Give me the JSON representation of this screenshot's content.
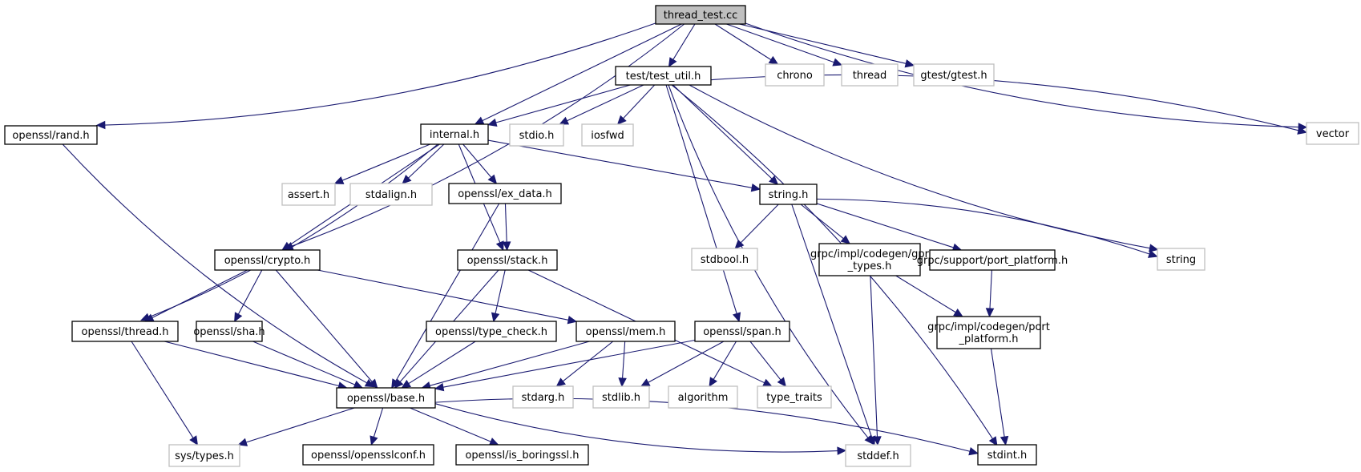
{
  "title": "thread_test.cc",
  "colors": {
    "edge": "#191970",
    "root_fill": "#bfbfbf",
    "internal_border": "#000000",
    "external_border": "#bfbfbf"
  },
  "nodes": [
    {
      "id": "thread_test",
      "label": "thread_test.cc",
      "kind": "root"
    },
    {
      "id": "test_util",
      "label": "test/test_util.h",
      "kind": "internal"
    },
    {
      "id": "chrono",
      "label": "chrono",
      "kind": "external"
    },
    {
      "id": "thread",
      "label": "thread",
      "kind": "external"
    },
    {
      "id": "gtest",
      "label": "gtest/gtest.h",
      "kind": "external"
    },
    {
      "id": "rand",
      "label": "openssl/rand.h",
      "kind": "internal"
    },
    {
      "id": "internal",
      "label": "internal.h",
      "kind": "internal"
    },
    {
      "id": "stdio",
      "label": "stdio.h",
      "kind": "external"
    },
    {
      "id": "iosfwd",
      "label": "iosfwd",
      "kind": "external"
    },
    {
      "id": "vector",
      "label": "vector",
      "kind": "external"
    },
    {
      "id": "assert",
      "label": "assert.h",
      "kind": "external"
    },
    {
      "id": "stdalign",
      "label": "stdalign.h",
      "kind": "external"
    },
    {
      "id": "ex_data",
      "label": "openssl/ex_data.h",
      "kind": "internal"
    },
    {
      "id": "string_h",
      "label": "string.h",
      "kind": "internal"
    },
    {
      "id": "crypto",
      "label": "openssl/crypto.h",
      "kind": "internal"
    },
    {
      "id": "stack",
      "label": "openssl/stack.h",
      "kind": "internal"
    },
    {
      "id": "stdbool",
      "label": "stdbool.h",
      "kind": "external"
    },
    {
      "id": "gpr_types",
      "label": "grpc/impl/codegen/gpr\n_types.h",
      "kind": "internal"
    },
    {
      "id": "support_port",
      "label": "grpc/support/port_platform.h",
      "kind": "internal"
    },
    {
      "id": "string",
      "label": "string",
      "kind": "external"
    },
    {
      "id": "thread_h",
      "label": "openssl/thread.h",
      "kind": "internal"
    },
    {
      "id": "sha",
      "label": "openssl/sha.h",
      "kind": "internal"
    },
    {
      "id": "type_check",
      "label": "openssl/type_check.h",
      "kind": "internal"
    },
    {
      "id": "mem",
      "label": "openssl/mem.h",
      "kind": "internal"
    },
    {
      "id": "span",
      "label": "openssl/span.h",
      "kind": "internal"
    },
    {
      "id": "codegen_port",
      "label": "grpc/impl/codegen/port\n_platform.h",
      "kind": "internal"
    },
    {
      "id": "base",
      "label": "openssl/base.h",
      "kind": "internal"
    },
    {
      "id": "stdarg",
      "label": "stdarg.h",
      "kind": "external"
    },
    {
      "id": "stdlib",
      "label": "stdlib.h",
      "kind": "external"
    },
    {
      "id": "algorithm",
      "label": "algorithm",
      "kind": "external"
    },
    {
      "id": "type_traits",
      "label": "type_traits",
      "kind": "external"
    },
    {
      "id": "sys_types",
      "label": "sys/types.h",
      "kind": "external"
    },
    {
      "id": "opensslconf",
      "label": "openssl/opensslconf.h",
      "kind": "internal"
    },
    {
      "id": "is_boringssl",
      "label": "openssl/is_boringssl.h",
      "kind": "internal"
    },
    {
      "id": "stddef",
      "label": "stddef.h",
      "kind": "external"
    },
    {
      "id": "stdint",
      "label": "stdint.h",
      "kind": "internal"
    }
  ],
  "edges": [
    [
      "thread_test",
      "test_util"
    ],
    [
      "thread_test",
      "chrono"
    ],
    [
      "thread_test",
      "thread"
    ],
    [
      "thread_test",
      "gtest"
    ],
    [
      "thread_test",
      "rand"
    ],
    [
      "thread_test",
      "internal"
    ],
    [
      "thread_test",
      "crypto"
    ],
    [
      "thread_test",
      "vector"
    ],
    [
      "test_util",
      "internal"
    ],
    [
      "test_util",
      "stdio"
    ],
    [
      "test_util",
      "iosfwd"
    ],
    [
      "test_util",
      "string_h"
    ],
    [
      "test_util",
      "span"
    ],
    [
      "test_util",
      "string"
    ],
    [
      "test_util",
      "vector"
    ],
    [
      "test_util",
      "stddef"
    ],
    [
      "test_util",
      "stdint"
    ],
    [
      "rand",
      "base"
    ],
    [
      "internal",
      "assert"
    ],
    [
      "internal",
      "stdalign"
    ],
    [
      "internal",
      "ex_data"
    ],
    [
      "internal",
      "string_h"
    ],
    [
      "internal",
      "crypto"
    ],
    [
      "internal",
      "stack"
    ],
    [
      "internal",
      "thread_h"
    ],
    [
      "ex_data",
      "stack"
    ],
    [
      "ex_data",
      "base"
    ],
    [
      "string_h",
      "stdbool"
    ],
    [
      "string_h",
      "gpr_types"
    ],
    [
      "string_h",
      "support_port"
    ],
    [
      "string_h",
      "string"
    ],
    [
      "string_h",
      "stddef"
    ],
    [
      "crypto",
      "thread_h"
    ],
    [
      "crypto",
      "sha"
    ],
    [
      "crypto",
      "mem"
    ],
    [
      "crypto",
      "base"
    ],
    [
      "stack",
      "type_check"
    ],
    [
      "stack",
      "base"
    ],
    [
      "stack",
      "type_traits"
    ],
    [
      "gpr_types",
      "codegen_port"
    ],
    [
      "gpr_types",
      "stddef"
    ],
    [
      "support_port",
      "codegen_port"
    ],
    [
      "codegen_port",
      "stdint"
    ],
    [
      "thread_h",
      "base"
    ],
    [
      "thread_h",
      "sys_types"
    ],
    [
      "sha",
      "base"
    ],
    [
      "type_check",
      "base"
    ],
    [
      "mem",
      "base"
    ],
    [
      "mem",
      "stdarg"
    ],
    [
      "mem",
      "stdlib"
    ],
    [
      "span",
      "base"
    ],
    [
      "span",
      "stdlib"
    ],
    [
      "span",
      "algorithm"
    ],
    [
      "span",
      "type_traits"
    ],
    [
      "base",
      "sys_types"
    ],
    [
      "base",
      "opensslconf"
    ],
    [
      "base",
      "is_boringssl"
    ],
    [
      "base",
      "stddef"
    ],
    [
      "base",
      "stdint"
    ]
  ]
}
